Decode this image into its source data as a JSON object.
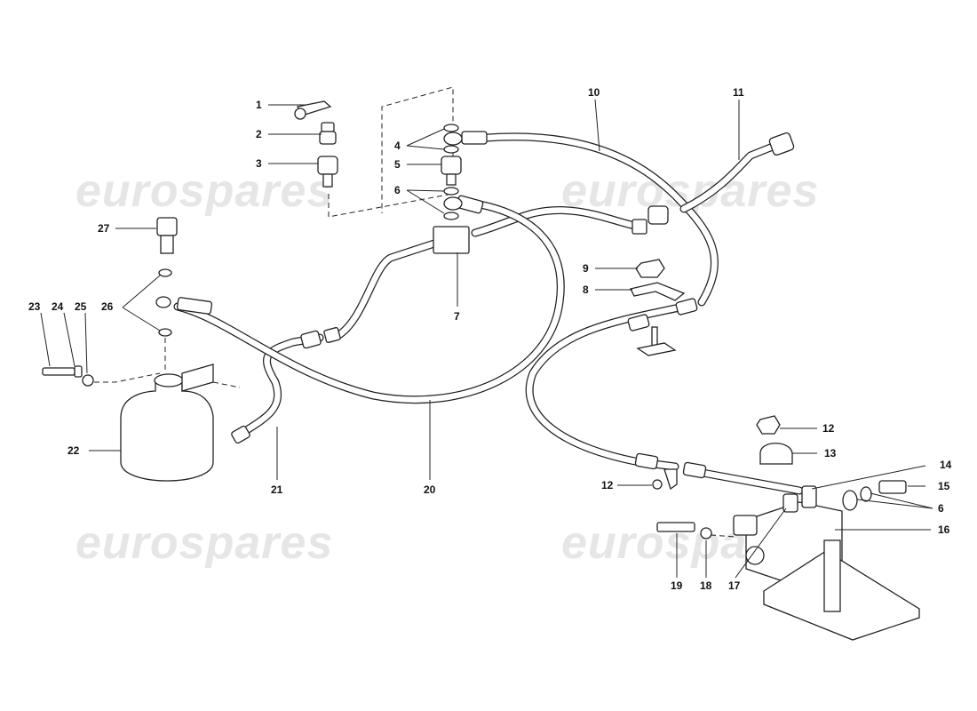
{
  "watermark": {
    "text": "eurospares"
  },
  "callouts": [
    {
      "id": "c1",
      "label": "1"
    },
    {
      "id": "c2",
      "label": "2"
    },
    {
      "id": "c3",
      "label": "3"
    },
    {
      "id": "c4",
      "label": "4"
    },
    {
      "id": "c5",
      "label": "5"
    },
    {
      "id": "c6a",
      "label": "6"
    },
    {
      "id": "c6b",
      "label": "6"
    },
    {
      "id": "c7",
      "label": "7"
    },
    {
      "id": "c8",
      "label": "8"
    },
    {
      "id": "c9",
      "label": "9"
    },
    {
      "id": "c10",
      "label": "10"
    },
    {
      "id": "c11",
      "label": "11"
    },
    {
      "id": "c12a",
      "label": "12"
    },
    {
      "id": "c12b",
      "label": "12"
    },
    {
      "id": "c13",
      "label": "13"
    },
    {
      "id": "c14",
      "label": "14"
    },
    {
      "id": "c15",
      "label": "15"
    },
    {
      "id": "c16",
      "label": "16"
    },
    {
      "id": "c17",
      "label": "17"
    },
    {
      "id": "c18",
      "label": "18"
    },
    {
      "id": "c19",
      "label": "19"
    },
    {
      "id": "c20",
      "label": "20"
    },
    {
      "id": "c21",
      "label": "21"
    },
    {
      "id": "c22",
      "label": "22"
    },
    {
      "id": "c23",
      "label": "23"
    },
    {
      "id": "c24",
      "label": "24"
    },
    {
      "id": "c25",
      "label": "25"
    },
    {
      "id": "c26",
      "label": "26"
    },
    {
      "id": "c27",
      "label": "27"
    }
  ]
}
